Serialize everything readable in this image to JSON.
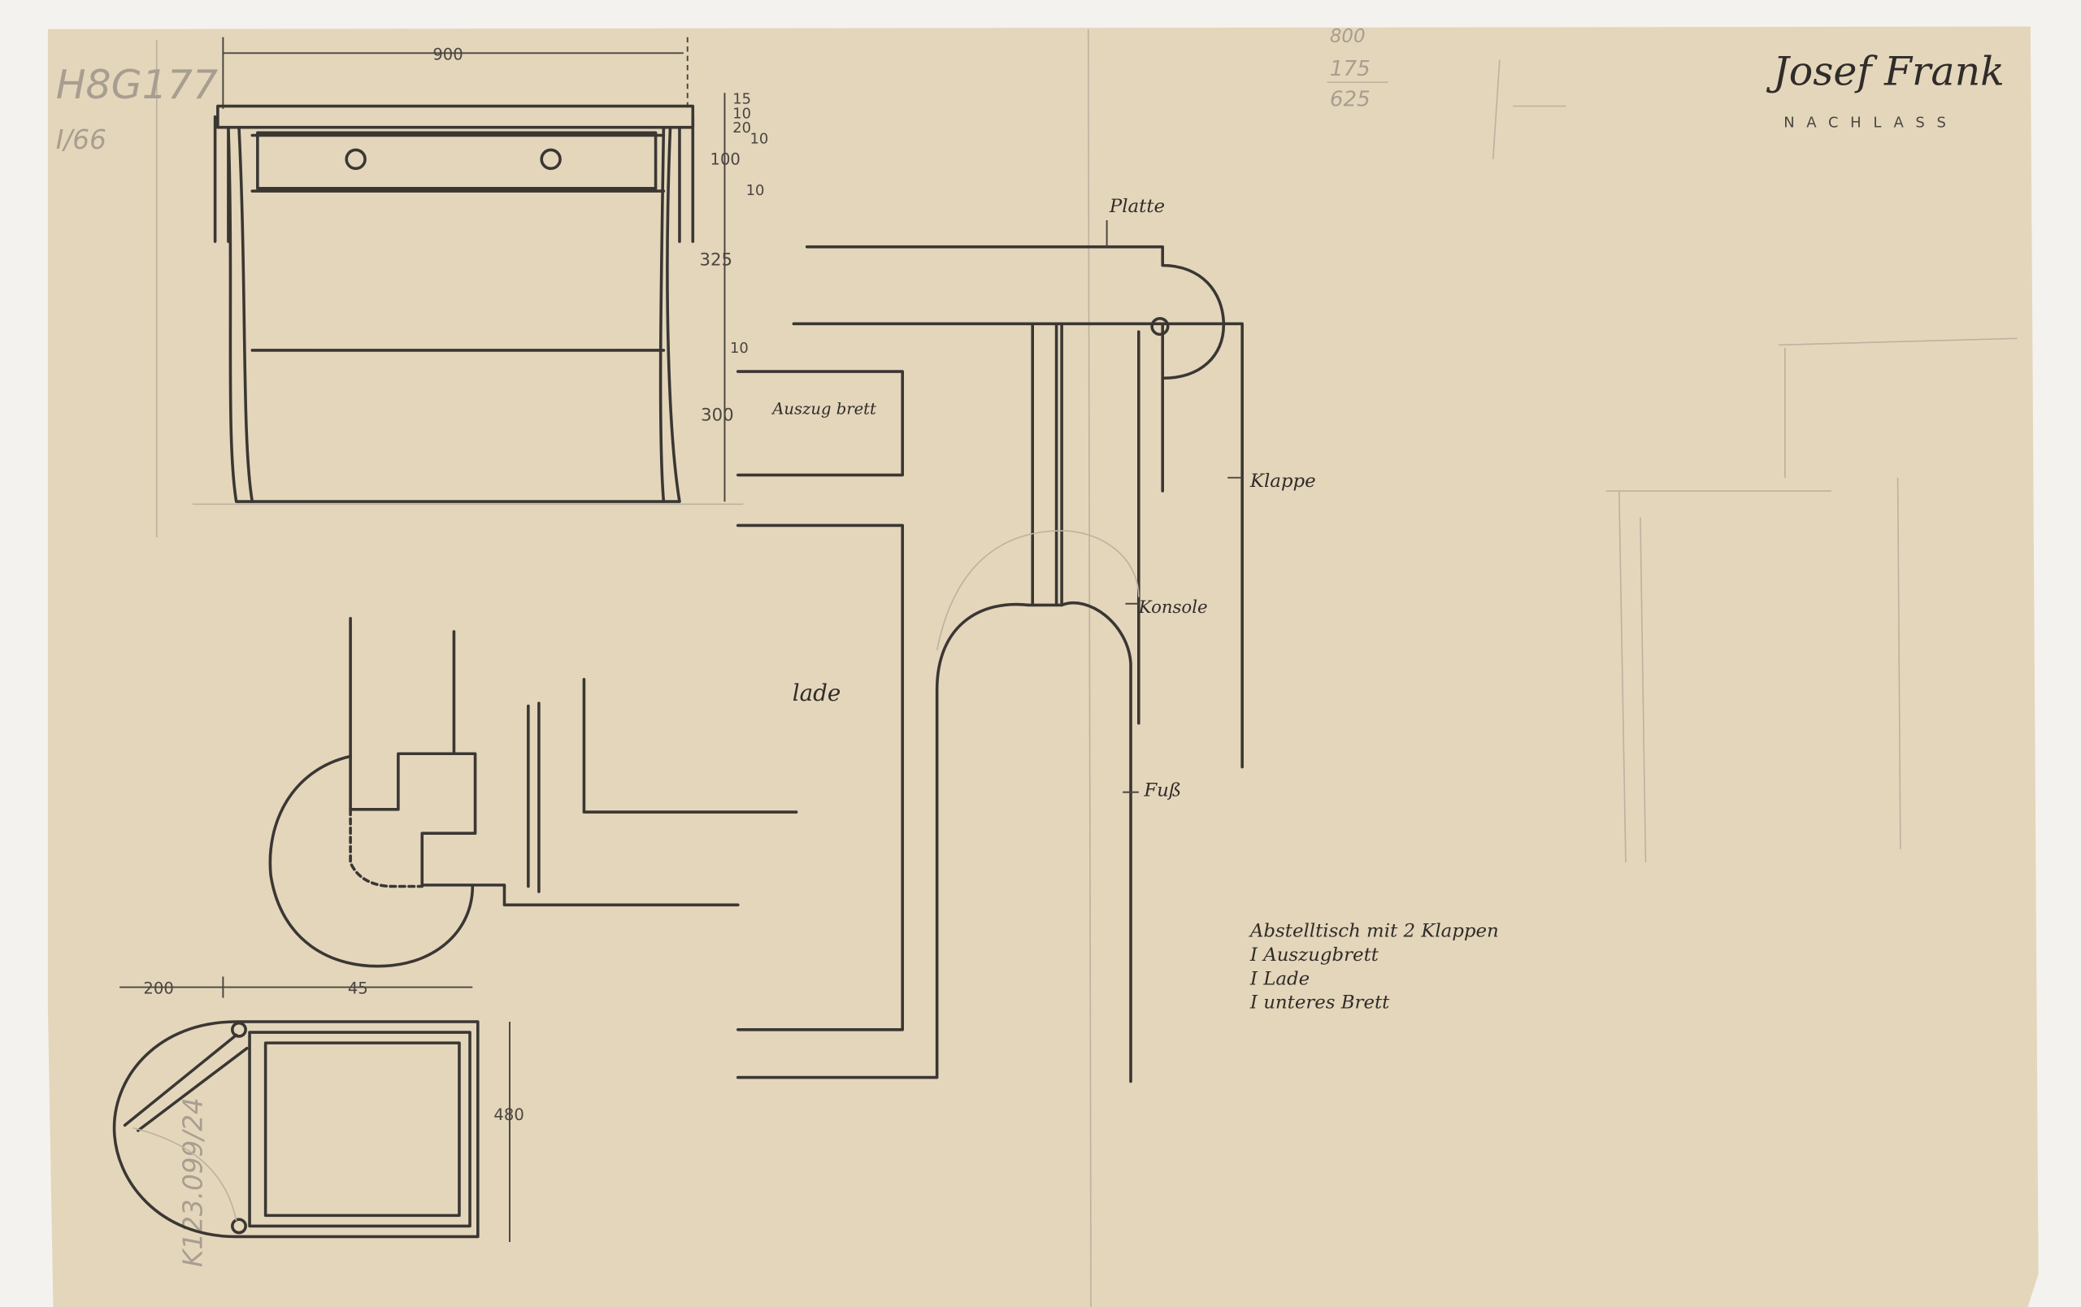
{
  "sheet": {
    "catalog_number": "H8G177",
    "sheet_mark": "I/66",
    "archive_number": "K123.099/24",
    "pencil_calc": [
      "800",
      "175",
      "625"
    ],
    "stamp": {
      "signature": "Josef Frank",
      "label": "NACHLASS"
    },
    "colors": {
      "paper": "#e4d6bb",
      "ink": "#3a3733",
      "pencil": "#bdb2a0"
    }
  },
  "elevation": {
    "width_dim": "900",
    "side_dims": [
      "15",
      "10",
      "20",
      "10",
      "100",
      "10",
      "325",
      "10",
      "300"
    ]
  },
  "labels": {
    "platte": "Platte",
    "klappe": "Klappe",
    "konsole": "Konsole",
    "fuss": "Fuß",
    "lade": "lade",
    "auszugbrett": "Auszug brett"
  },
  "plan": {
    "dims": [
      "200",
      "45",
      "480"
    ]
  },
  "notes": [
    "Abstelltisch mit 2 Klappen",
    "I Auszugbrett",
    "I Lade",
    "I unteres Brett"
  ]
}
